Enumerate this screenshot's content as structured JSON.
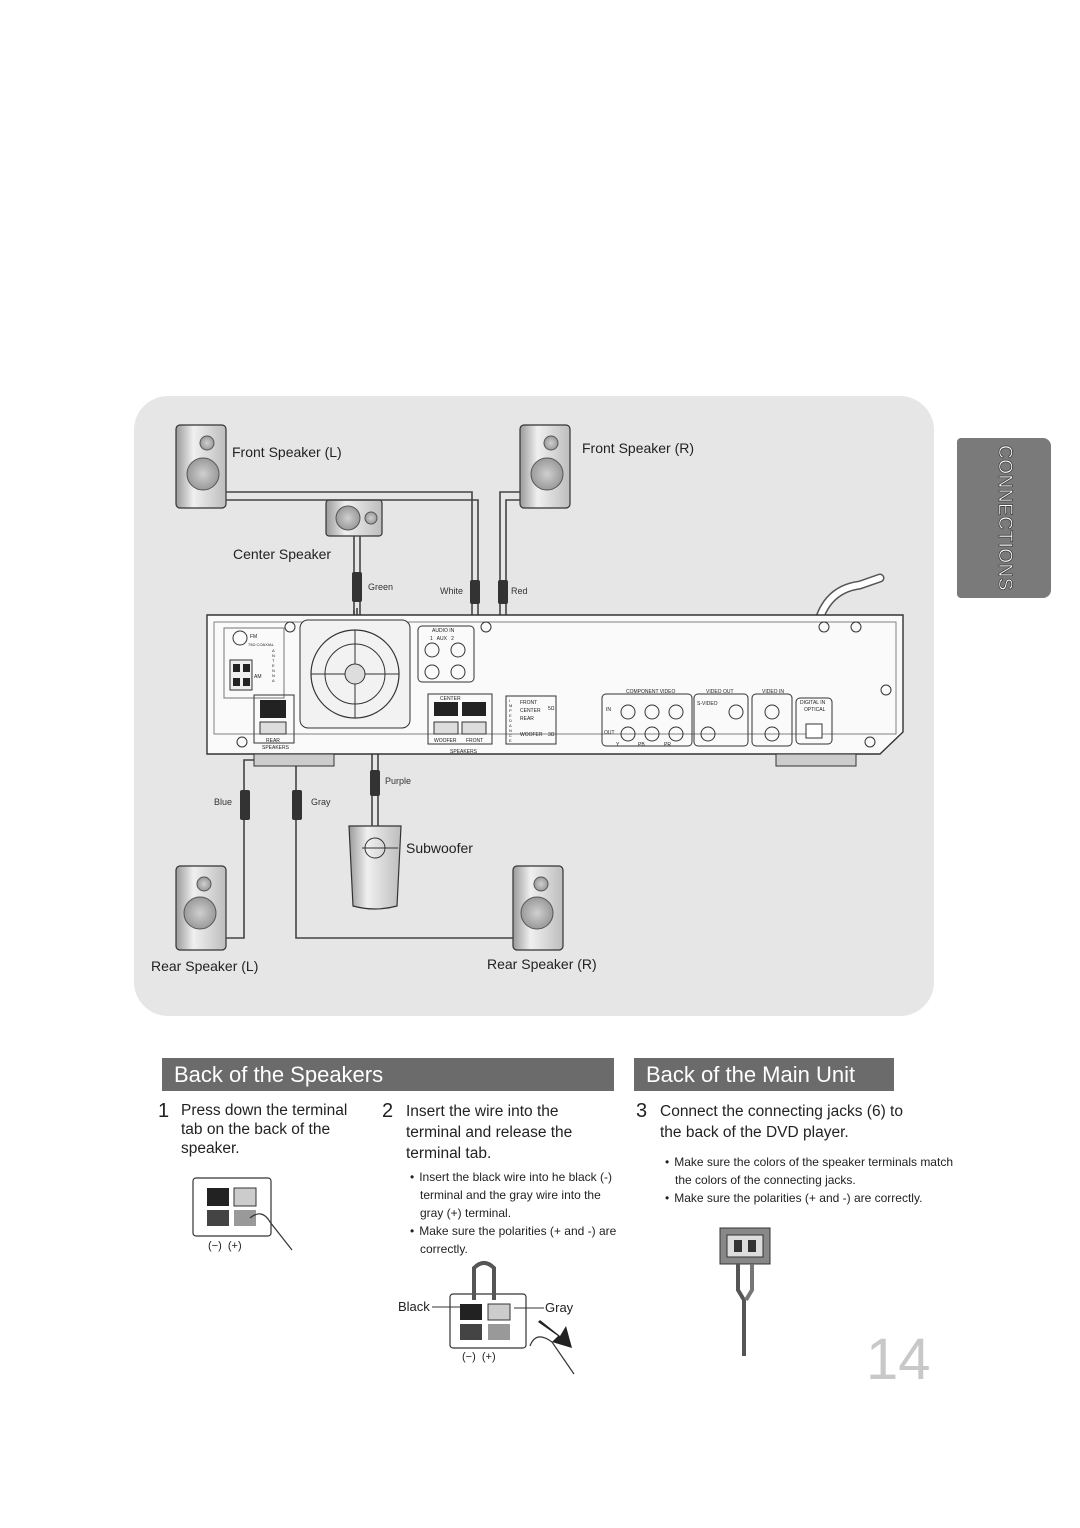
{
  "side_tab": {
    "label": "CONNECTIONS"
  },
  "diagram": {
    "front_left": "Front Speaker (L)",
    "front_right": "Front Speaker (R)",
    "center": "Center Speaker",
    "subwoofer": "Subwoofer",
    "rear_left": "Rear Speaker (L)",
    "rear_right": "Rear Speaker (R)",
    "wire_colors": {
      "green": "Green",
      "white": "White",
      "red": "Red",
      "purple": "Purple",
      "blue": "Blue",
      "gray": "Gray"
    },
    "unit_labels": {
      "audio_in": "AUDIO IN",
      "aux": "1   AUX   2",
      "center": "CENTER",
      "woofer": "WOOFER",
      "front": "FRONT",
      "rear": "REAR",
      "speakers": "SPEAKERS",
      "front_tag": "FRONT",
      "center_tag": "CENTER",
      "rear_tag": "REAR",
      "woofer_tag": "WOOFER",
      "ohm_a": "5Ω",
      "ohm_b": "3Ω",
      "impedance": "IMPEDANCE",
      "component_video": "COMPONENT VIDEO",
      "video_out": "VIDEO OUT",
      "video_in": "VIDEO IN",
      "digital_in": "DIGITAL IN",
      "optical": "OPTICAL",
      "svideo": "S-VIDEO",
      "in": "IN",
      "out": "OUT",
      "y": "Y",
      "pb": "PB",
      "pr": "PR",
      "fm": "FM",
      "am": "AM",
      "antenna": "ANTENNA",
      "coaxial": "75Ω COAXIAL"
    }
  },
  "speakers_section": {
    "title": "Back of the Speakers",
    "step1_num": "1",
    "step1_text": "Press down the terminal tab on the back of the speaker.",
    "step2_num": "2",
    "step2_text": "Insert the wire into the terminal and release the terminal tab.",
    "step2_bullets": [
      "Insert the black wire into he black (-) terminal and the gray wire into the gray (+) terminal.",
      "Make sure the polarities (+ and -) are correctly."
    ],
    "polarity_1": "(−)  (+)",
    "polarity_2": "(−)  (+)",
    "black_label": "Black",
    "gray_label": "Gray"
  },
  "main_unit_section": {
    "title": "Back of the Main Unit",
    "step3_num": "3",
    "step3_text": "Connect the connecting jacks (6) to the back of the DVD player.",
    "step3_bullets": [
      "Make sure the colors of the speaker terminals match the colors of the connecting jacks.",
      "Make sure the polarities (+ and -) are correctly."
    ]
  },
  "page_number": "14",
  "colors": {
    "panel": "#e6e6e6",
    "section_bar": "#6b6b6b",
    "side_tab": "#7a7a7a",
    "page_number": "#c8c8c8"
  }
}
